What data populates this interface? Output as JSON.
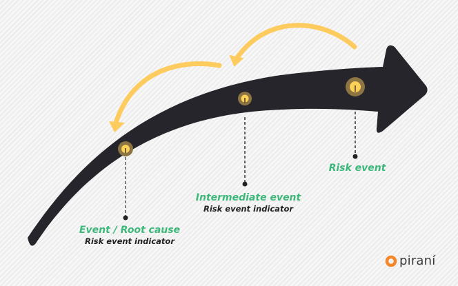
{
  "colors": {
    "arrow": "#25252b",
    "curved_arrows": "#fecb5e",
    "node_outer": "#8c7443",
    "node_inner": "#fdd057",
    "label_title": "#3db87a",
    "label_sub": "#222222",
    "logo_ring": "#f5872a",
    "logo_text": "#3a3a3a"
  },
  "nodes": [
    {
      "id": "root",
      "title": "Event / Root cause",
      "subtitle": "Risk event indicator"
    },
    {
      "id": "intermediate",
      "title": "Intermediate event",
      "subtitle": "Risk event indicator"
    },
    {
      "id": "risk",
      "title": "Risk event",
      "subtitle": ""
    }
  ],
  "feedback_arrows": [
    {
      "from": "risk",
      "to": "intermediate"
    },
    {
      "from": "intermediate",
      "to": "root"
    }
  ],
  "logo": {
    "text": "piraní",
    "icon": "pirani-ring-logo-icon"
  }
}
